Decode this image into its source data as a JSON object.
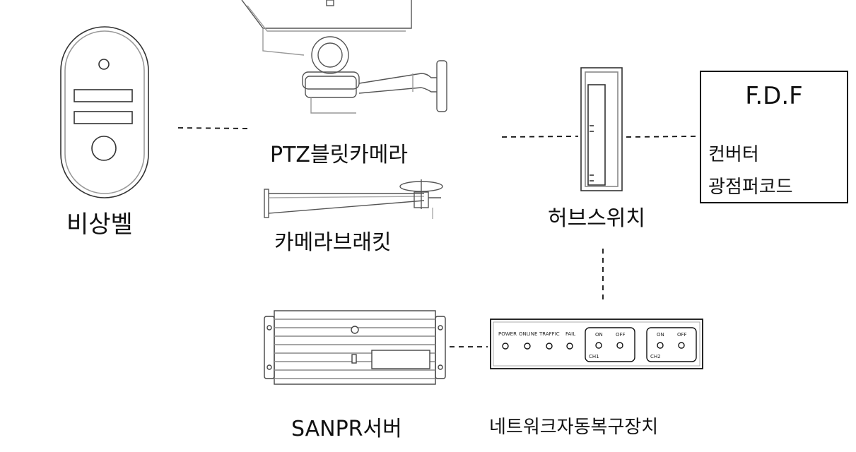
{
  "labels": {
    "emergency_bell": "비상벨",
    "ptz_camera": "PTZ블릿카메라",
    "camera_bracket": "카메라브래킷",
    "hub_switch": "허브스위치",
    "server": "SANPR서버",
    "auto_recovery": "네트워크자동복구장치"
  },
  "fdf": {
    "title": "F.D.F",
    "line1": "컨버터",
    "line2": "광점퍼코드"
  },
  "recovery_panel": {
    "indicators": [
      "POWER",
      "ONLINE",
      "TRAFFIC",
      "FAIL"
    ],
    "ch1": {
      "name": "CH1",
      "on": "ON",
      "off": "OFF"
    },
    "ch2": {
      "name": "CH2",
      "on": "ON",
      "off": "OFF"
    }
  }
}
